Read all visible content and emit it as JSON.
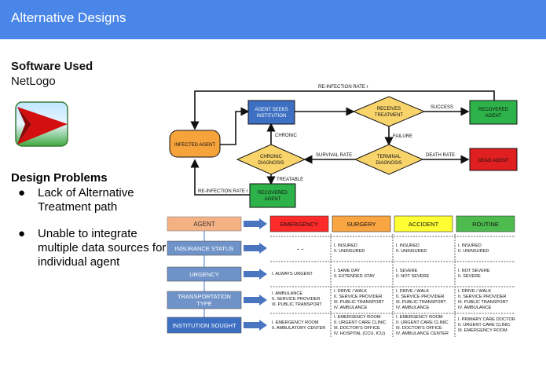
{
  "header": {
    "title": "Alternative Designs"
  },
  "left": {
    "software_heading": "Software Used",
    "software_name": "NetLogo",
    "problems_heading": "Design Problems",
    "problems": [
      "Lack of Alternative Treatment path",
      "Unable to integrate multiple data sources for individual agent"
    ],
    "bullet": "●"
  },
  "flow": {
    "infected": "INFECTED AGENT",
    "seeks": [
      "AGENT SEEKS",
      "INSTITUTION"
    ],
    "receives": [
      "RECEIVES",
      "TREATMENT"
    ],
    "recovered_top": [
      "RECOVERED",
      "AGENT"
    ],
    "chronic": [
      "CHRONIC",
      "DIAGNOSIS"
    ],
    "terminal": [
      "TERMINAL",
      "DIAGNOSIS"
    ],
    "dead": "DEAD AGENT",
    "recovered_bottom": [
      "RECOVERED",
      "AGENT"
    ],
    "reinfection_top": "RE-INFECTION RATE r",
    "reinfection_bottom": "RE-INFECTION RATE r",
    "success": "SUCCESS",
    "failure": "FAILURE",
    "chronic_label": "CHRONIC",
    "survival": "SURVIVAL RATE",
    "death": "DEATH RATE",
    "treatable": "TREATABLE"
  },
  "table": {
    "rows": [
      "AGENT",
      "INSURANCE STATUS",
      "URGENCY",
      [
        "TRANSPORTATION",
        "TYPE"
      ],
      "INSTITUTION SOUGHT"
    ],
    "columns": [
      "EMERGENCY",
      "SURGERY",
      "ACCIDENT",
      "ROUTINE"
    ],
    "cells": [
      [
        [
          "- -"
        ],
        [
          "I. INSURED",
          "II. UNINSURED"
        ],
        [
          "I. INSURED",
          "II. UNINSURED"
        ],
        [
          "I. INSURED",
          "II. UNINSURED"
        ]
      ],
      [
        [
          "I. ALWAYS URGENT"
        ],
        [
          "I. SAME DAY",
          "II. EXTENDED STAY"
        ],
        [
          "I. SEVERE",
          "II. NOT SEVERE"
        ],
        [
          "I. NOT SEVERE",
          "II. SEVERE"
        ]
      ],
      [
        [
          "I. AMBULANCE",
          "II. SERVICE PROVIDER",
          "III. PUBLIC TRANSPORT"
        ],
        [
          "I. DRIVE / WALK",
          "II. SERVICE PROVIDER",
          "III. PUBLIC TRANSPORT",
          "IV. AMBULANCE"
        ],
        [
          "I. DRIVE / WALK",
          "II. SERVICE PROVIDER",
          "III. PUBLIC TRANSPORT",
          "IV. AMBULANCE"
        ],
        [
          "I. DRIVE / WALK",
          "II. SERVICE PROVIDER",
          "III. PUBLIC TRANSPORT",
          "IV. AMBULANCE"
        ]
      ],
      [
        [
          "I. EMERGENCY ROOM",
          "II. AMBULATORY CENTER"
        ],
        [
          "I. EMERGENCY ROOM",
          "II. URGENT CARE CLINIC",
          "III. DOCTOR'S OFFICE",
          "IV. HOSPITAL (CCU, ICU)"
        ],
        [
          "I. EMERGENCY ROOM",
          "II. URGENT CARE CLINIC",
          "III. DOCTOR'S OFFICE",
          "IV. AMBULANCE CENTER"
        ],
        [
          "I. PRIMARY CARE DOCTOR",
          "II. URGENT CARE CLINIC",
          "III. EMERGENCY ROOM"
        ]
      ]
    ]
  },
  "colors": {
    "header": "#4a86e8",
    "orange": "#f6a33c",
    "blue": "#3d6fc2",
    "yellow_diamond": "#f9d46b",
    "green": "#2db34a",
    "red": "#e02020",
    "row_orange": "#f4b183",
    "row_blue": "#6f93c9",
    "emergency": "#ff2a2a",
    "surgery": "#f9a541",
    "accident": "#ffff33",
    "routine": "#4dbb4d"
  }
}
